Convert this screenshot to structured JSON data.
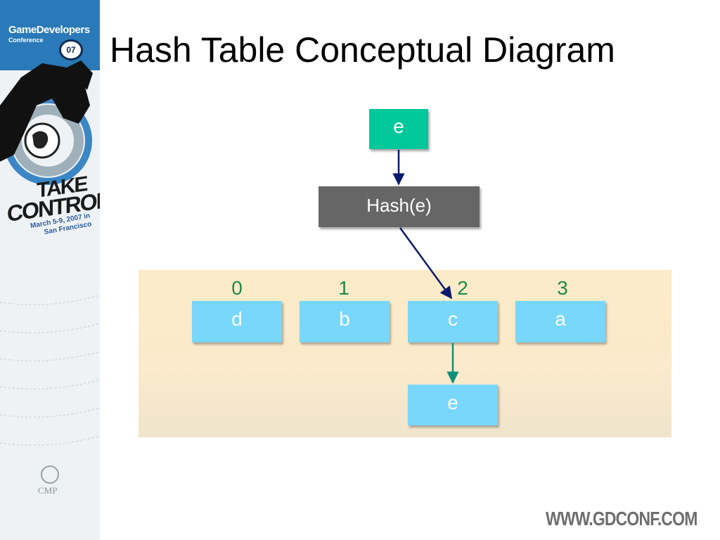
{
  "title": "Hash Table Conceptual Diagram",
  "input_element": "e",
  "hash_function_label": "Hash(e)",
  "buckets": [
    {
      "index": "0",
      "value": "d"
    },
    {
      "index": "1",
      "value": "b"
    },
    {
      "index": "2",
      "value": "c"
    },
    {
      "index": "3",
      "value": "a"
    }
  ],
  "chained_element": "e",
  "sidebar": {
    "logo_primary": "GameDevelopers",
    "logo_secondary": "Conference",
    "logo_badge": "07",
    "tagline_1": "TAKE",
    "tagline_2": "CONTROL",
    "date_line_1": "March 5-9, 2007 in",
    "date_line_2": "San Francisco",
    "publisher": "CMP"
  },
  "footer_url": "WWW.GDCONF.COM",
  "colors": {
    "input_box": "#00c89a",
    "hash_box": "#666666",
    "bucket": "#78d7fb",
    "index_text": "#1c8a4a",
    "panel": "#fcebc8",
    "arrow_dark": "#0b1a6e",
    "arrow_teal": "#0f8f7a"
  }
}
